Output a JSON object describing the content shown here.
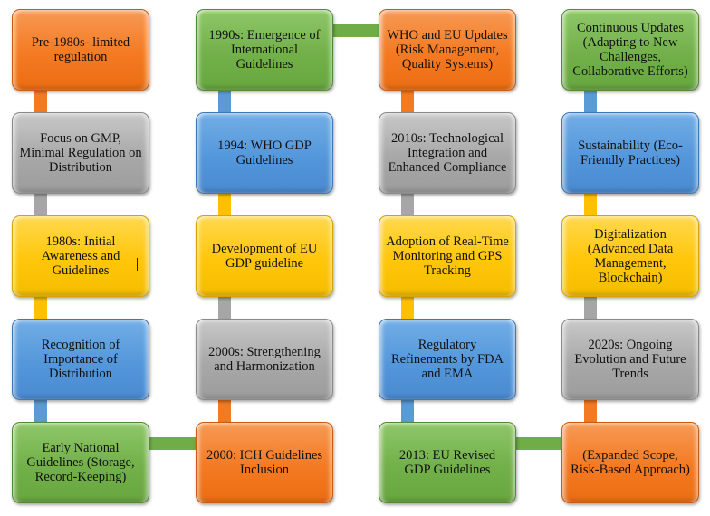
{
  "diagram": {
    "type": "timeline-flow",
    "title": "",
    "colors": {
      "orange": "#F47A22",
      "gray": "#A8A8A8",
      "yellow": "#FFC60A",
      "blue": "#5497DB",
      "green": "#72B04A"
    },
    "columns": [
      {
        "direction": "down",
        "nodes": [
          {
            "text": "Pre-1980s- limited regulation",
            "color": "orange"
          },
          {
            "text": "Focus on GMP, Minimal Regulation on Distribution",
            "color": "gray"
          },
          {
            "text": "1980s: Initial Awareness and Guidelines",
            "color": "yellow"
          },
          {
            "text": "Recognition of Importance of Distribution",
            "color": "blue"
          },
          {
            "text": "Early National Guidelines (Storage, Record-Keeping)",
            "color": "green"
          }
        ]
      },
      {
        "direction": "up",
        "nodes": [
          {
            "text": "1990s: Emergence of International Guidelines",
            "color": "green"
          },
          {
            "text": "1994: WHO GDP Guidelines",
            "color": "blue"
          },
          {
            "text": "Development of EU GDP guideline",
            "color": "yellow"
          },
          {
            "text": "2000s: Strengthening and Harmonization",
            "color": "gray"
          },
          {
            "text": "2000: ICH Guidelines Inclusion",
            "color": "orange"
          }
        ]
      },
      {
        "direction": "down",
        "nodes": [
          {
            "text": "WHO and EU Updates (Risk Management, Quality Systems)",
            "color": "orange"
          },
          {
            "text": "2010s: Technological Integration and Enhanced Compliance",
            "color": "gray"
          },
          {
            "text": "Adoption of Real-Time Monitoring and GPS Tracking",
            "color": "yellow"
          },
          {
            "text": "Regulatory Refinements by FDA and EMA",
            "color": "blue"
          },
          {
            "text": "2013: EU Revised GDP Guidelines",
            "color": "green"
          }
        ]
      },
      {
        "direction": "up",
        "nodes": [
          {
            "text": "Continuous Updates (Adapting to New Challenges, Collaborative Efforts)",
            "color": "green"
          },
          {
            "text": "Sustainability (Eco-Friendly Practices)",
            "color": "blue"
          },
          {
            "text": "Digitalization (Advanced Data Management, Blockchain)",
            "color": "yellow"
          },
          {
            "text": "2020s: Ongoing Evolution and Future Trends",
            "color": "gray"
          },
          {
            "text": "(Expanded Scope, Risk-Based Approach)",
            "color": "orange"
          }
        ]
      }
    ],
    "links": [
      {
        "from": "col1-row5",
        "to": "col2-row5",
        "color": "green"
      },
      {
        "from": "col2-row1",
        "to": "col3-row1",
        "color": "green"
      },
      {
        "from": "col3-row5",
        "to": "col4-row5",
        "color": "green"
      }
    ]
  }
}
